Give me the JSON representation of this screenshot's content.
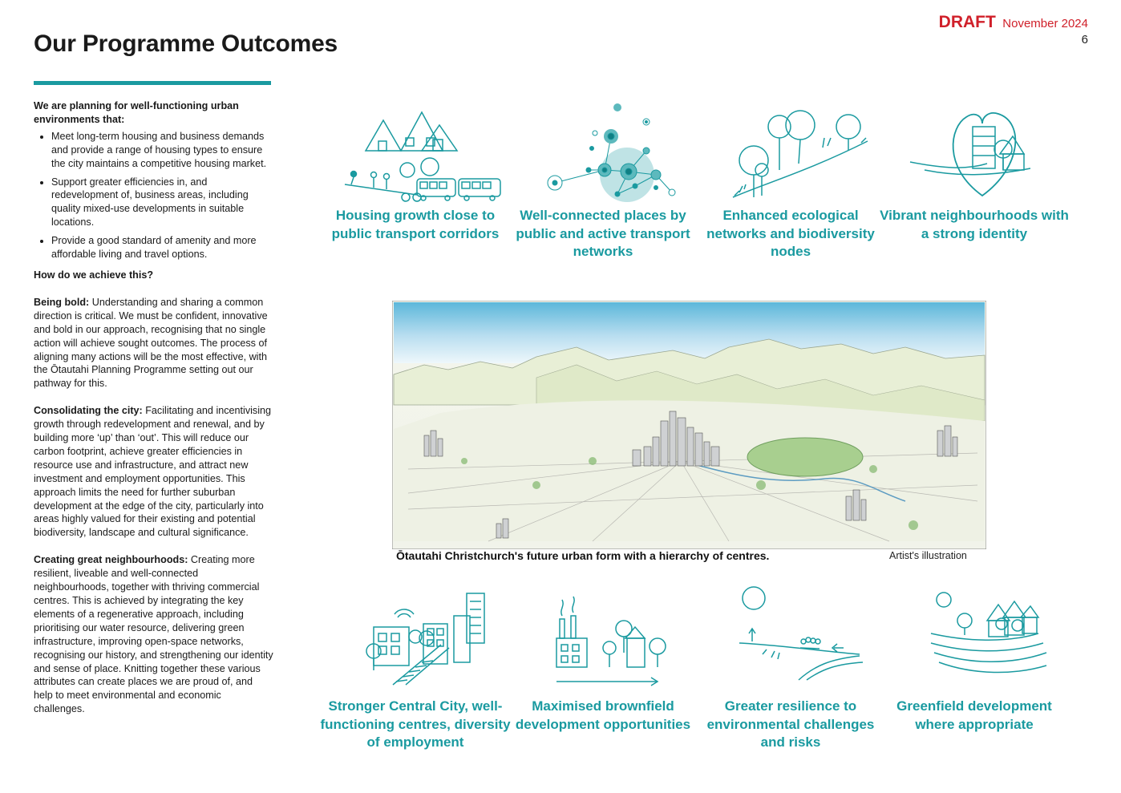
{
  "header": {
    "title": "Our Programme Outcomes",
    "draft_label": "DRAFT",
    "date": "November 2024",
    "page_number": "6"
  },
  "intro": {
    "heading": "We are planning for well-functioning urban environments that:",
    "bullets": [
      "Meet long-term housing and business demands and provide a range of housing types to ensure the city maintains a competitive housing market.",
      "Support greater efficiencies in, and redevelopment of, business areas, including quality mixed-use developments in suitable locations.",
      "Provide a good standard of amenity and more affordable living and travel options."
    ],
    "how_heading": "How do we achieve this?"
  },
  "approaches": [
    {
      "title": "Being bold:",
      "text": " Understanding and sharing a common direction is critical. We must be confident, innovative and bold in our approach, recognising that no single action will achieve sought outcomes. The process of aligning many actions will be the most effective, with the Ōtautahi Planning Programme setting out our pathway for this."
    },
    {
      "title": "Consolidating the city:",
      "text": " Facilitating and incentivising growth through redevelopment and renewal, and by building more ‘up’ than ‘out’. This will reduce our carbon footprint, achieve greater efficiencies in resource use and infrastructure, and attract new investment and employment opportunities. This approach limits the need for further suburban development at the edge of the city, particularly into areas highly valued for their existing and potential biodiversity, landscape and cultural significance."
    },
    {
      "title": "Creating great neighbourhoods:",
      "text": " Creating more resilient, liveable and well-connected neighbourhoods, together with thriving commercial centres. This is achieved by integrating the key elements of a regenerative approach, including prioritising our water resource, delivering green infrastructure, improving open-space networks, recognising our history, and strengthening our identity and sense of place. Knitting together these various attributes can create places we are proud of, and help to meet environmental and economic challenges."
    }
  ],
  "outcomes_top": [
    {
      "label": "Housing growth close to public transport corridors",
      "icon": "housing-transport-icon"
    },
    {
      "label": "Well-connected places by public and active transport networks",
      "icon": "network-nodes-icon"
    },
    {
      "label": "Enhanced ecological networks and biodiversity nodes",
      "icon": "trees-ecology-icon"
    },
    {
      "label": "Vibrant neighbourhoods with a strong identity",
      "icon": "heart-neighbourhood-icon"
    }
  ],
  "outcomes_bottom": [
    {
      "label": "Stronger Central City, well-functioning centres, diversity of employment",
      "icon": "central-city-icon"
    },
    {
      "label": "Maximised brownfield development opportunities",
      "icon": "brownfield-factory-icon"
    },
    {
      "label": "Greater resilience to environmental challenges and risks",
      "icon": "resilience-icon"
    },
    {
      "label": "Greenfield development where appropriate",
      "icon": "greenfield-houses-icon"
    }
  ],
  "illustration": {
    "caption": "Ōtautahi Christchurch's future urban form with a hierarchy of centres.",
    "credit": "Artist's illustration"
  },
  "colors": {
    "accent": "#1a9aa0",
    "draft": "#d0202a"
  }
}
